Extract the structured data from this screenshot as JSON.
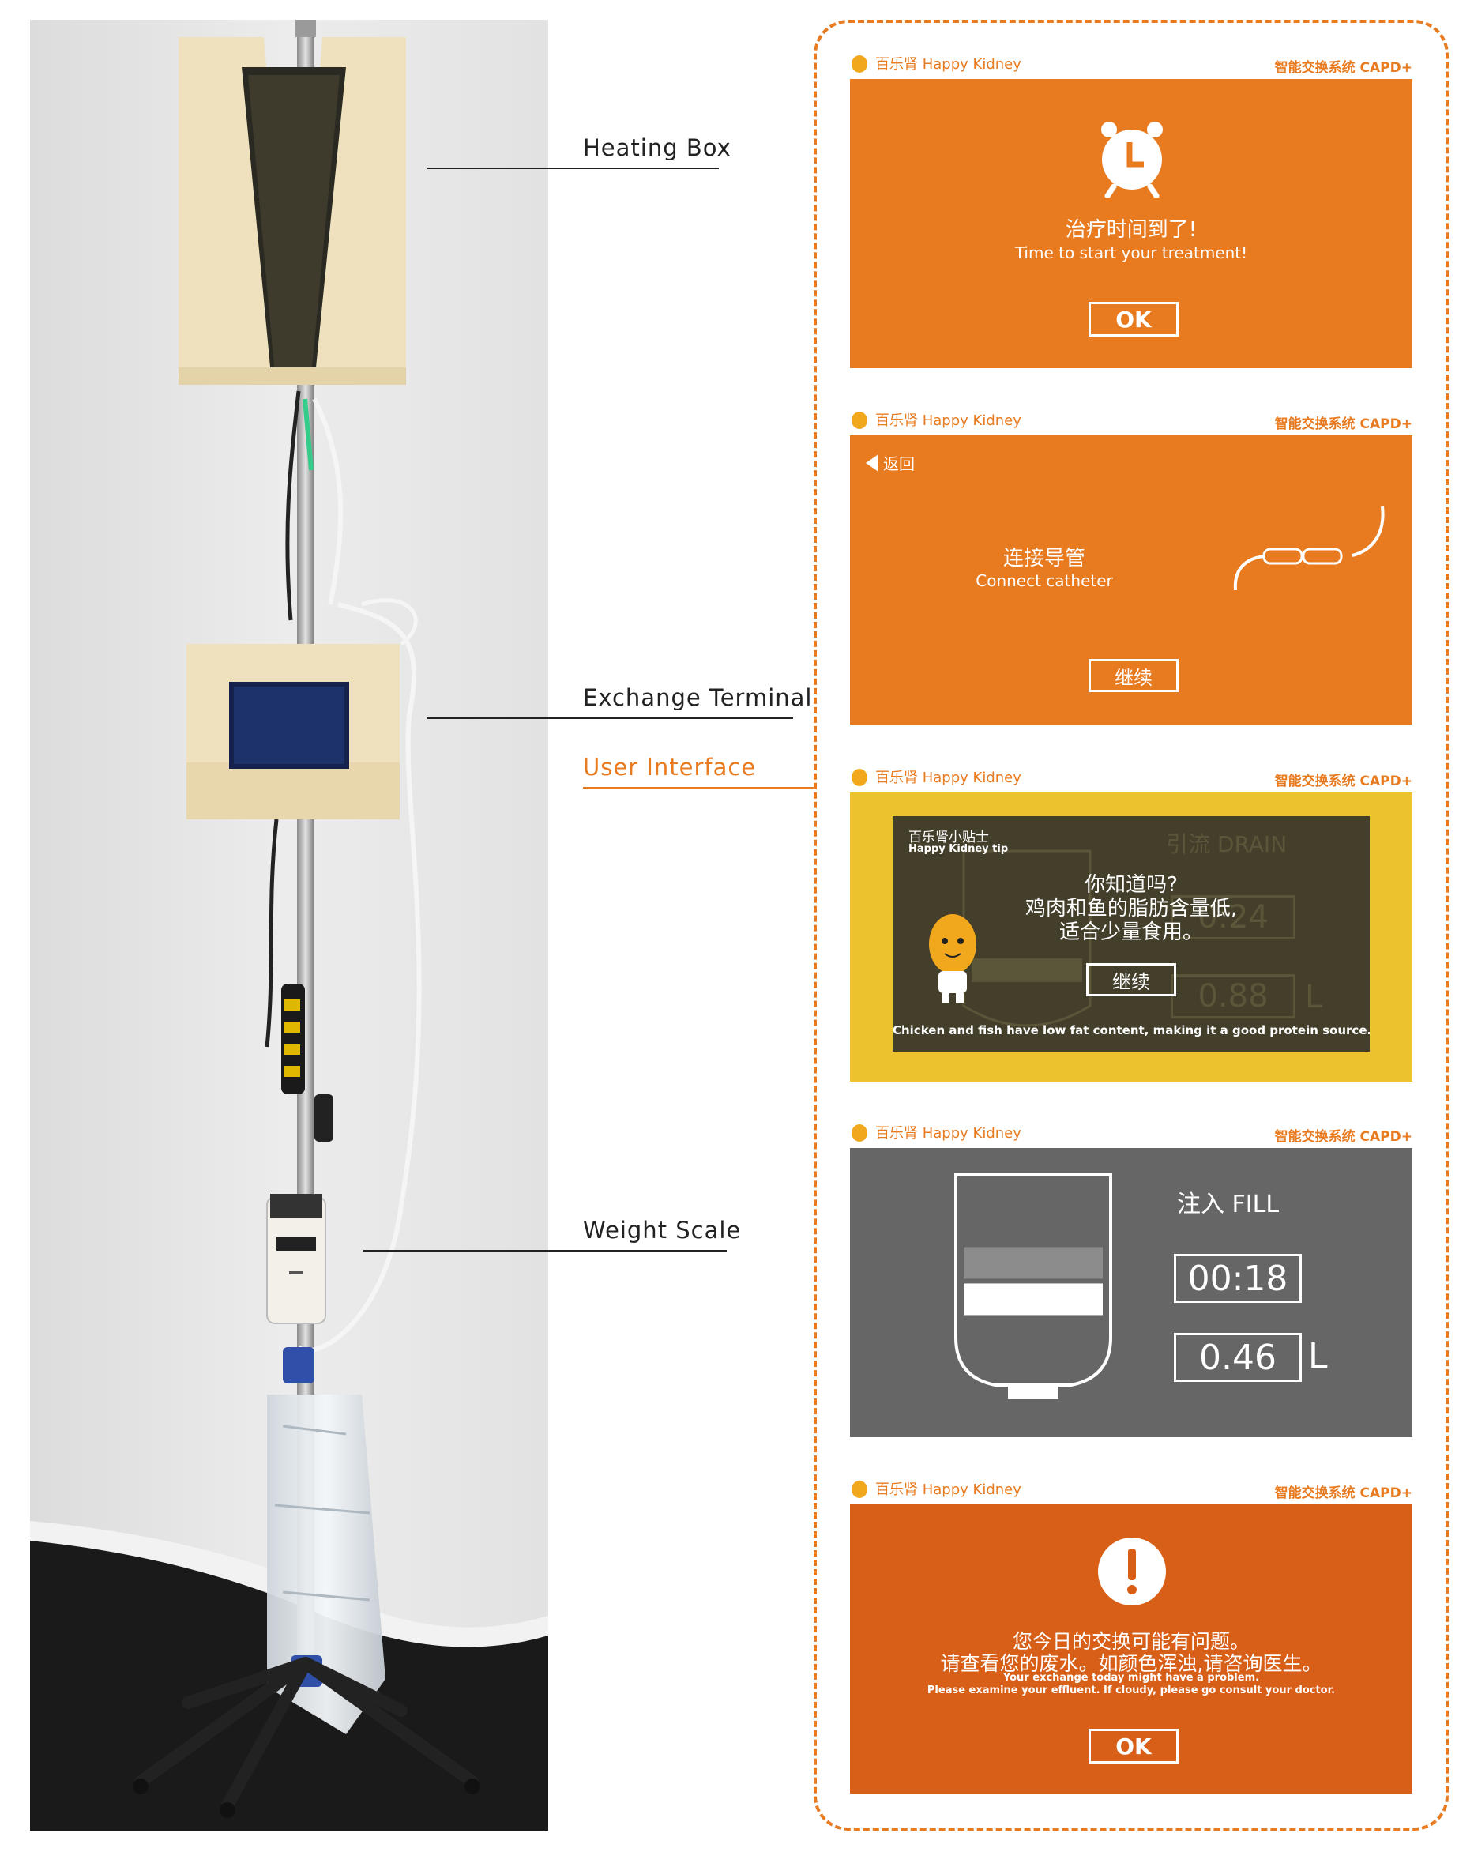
{
  "callouts": {
    "heating_box": "Heating Box",
    "exchange_terminal": "Exchange Terminal",
    "user_interface": "User Interface",
    "weight_scale": "Weight Scale"
  },
  "brand": {
    "name": "百乐肾 Happy Kidney",
    "system": "智能交换系统 CAPD+",
    "color": "#e87a1f"
  },
  "screens": {
    "alarm": {
      "title_cn": "治疗时间到了!",
      "title_en": "Time to start your treatment!",
      "button": "OK",
      "bg": "#e87a1f"
    },
    "connect": {
      "back": "返回",
      "title_cn": "连接导管",
      "title_en": "Connect catheter",
      "button": "继续",
      "bg": "#e87a1f"
    },
    "tip": {
      "tip_title_cn": "百乐肾小贴士",
      "tip_title_en": "Happy Kidney tip",
      "question": "你知道吗?",
      "line1": "鸡肉和鱼的脂肪含量低,",
      "line2": "适合少量食用。",
      "button": "继续",
      "footer": "Chicken and fish have low fat content, making it a good protein source.",
      "bg_mode": "引流 DRAIN",
      "bg_time": "0:24",
      "bg_volume": "0.88",
      "bg_unit": "L",
      "bg": "#ecc22e"
    },
    "fill": {
      "mode": "注入 FILL",
      "time": "00:18",
      "volume": "0.46",
      "unit": "L",
      "fill_level": 0.46,
      "bg": "#666666"
    },
    "warning": {
      "line1_cn": "您今日的交换可能有问题。",
      "line2_cn": "请查看您的废水。如颜色浑浊,请咨询医生。",
      "line1_en": "Your exchange today might have a problem.",
      "line2_en": "Please examine your effluent. If cloudy, please go consult your doctor.",
      "button": "OK",
      "bg": "#d85f18"
    }
  }
}
